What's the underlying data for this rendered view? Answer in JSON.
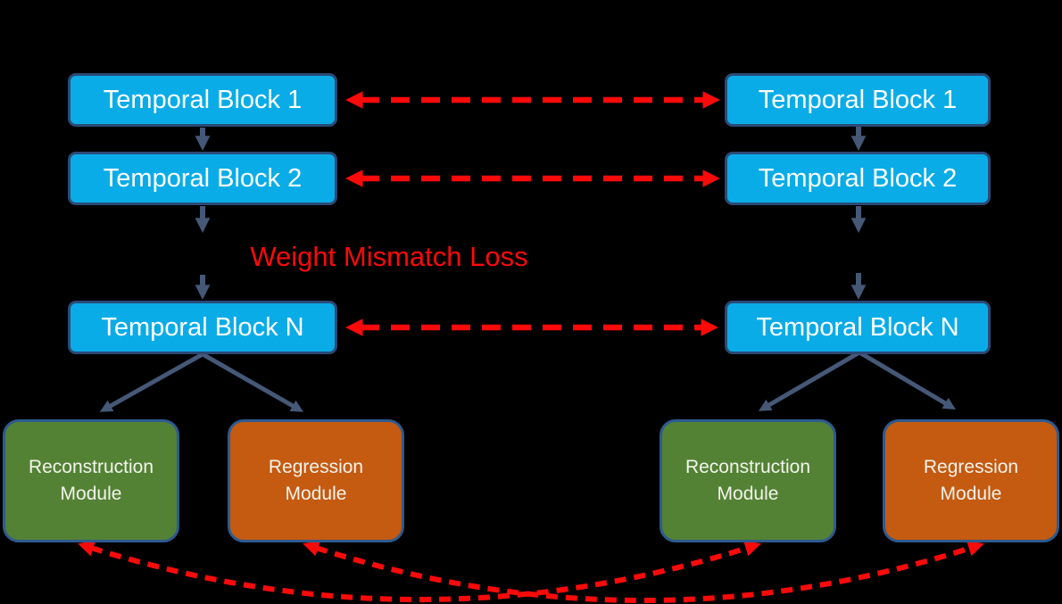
{
  "diagram": {
    "loss_label": "Weight Mismatch Loss",
    "left_network": {
      "blocks": [
        "Temporal Block 1",
        "Temporal Block 2",
        "Temporal Block N"
      ],
      "modules": [
        "Reconstruction Module",
        "Regression Module"
      ]
    },
    "right_network": {
      "blocks": [
        "Temporal Block 1",
        "Temporal Block 2",
        "Temporal Block N"
      ],
      "modules": [
        "Reconstruction Module",
        "Regression Module"
      ]
    }
  },
  "colors": {
    "background": "#000000",
    "block-fill": "#0AACE8",
    "block-border": "#2B4A75",
    "block-text": "#FFFFFF",
    "module-green": "#548235",
    "module-orange": "#C55A11",
    "module-border": "#2E5B8F",
    "module-text": "#F2F4EC",
    "connector-slate": "#455877",
    "loss-red": "#FB0A0A"
  }
}
